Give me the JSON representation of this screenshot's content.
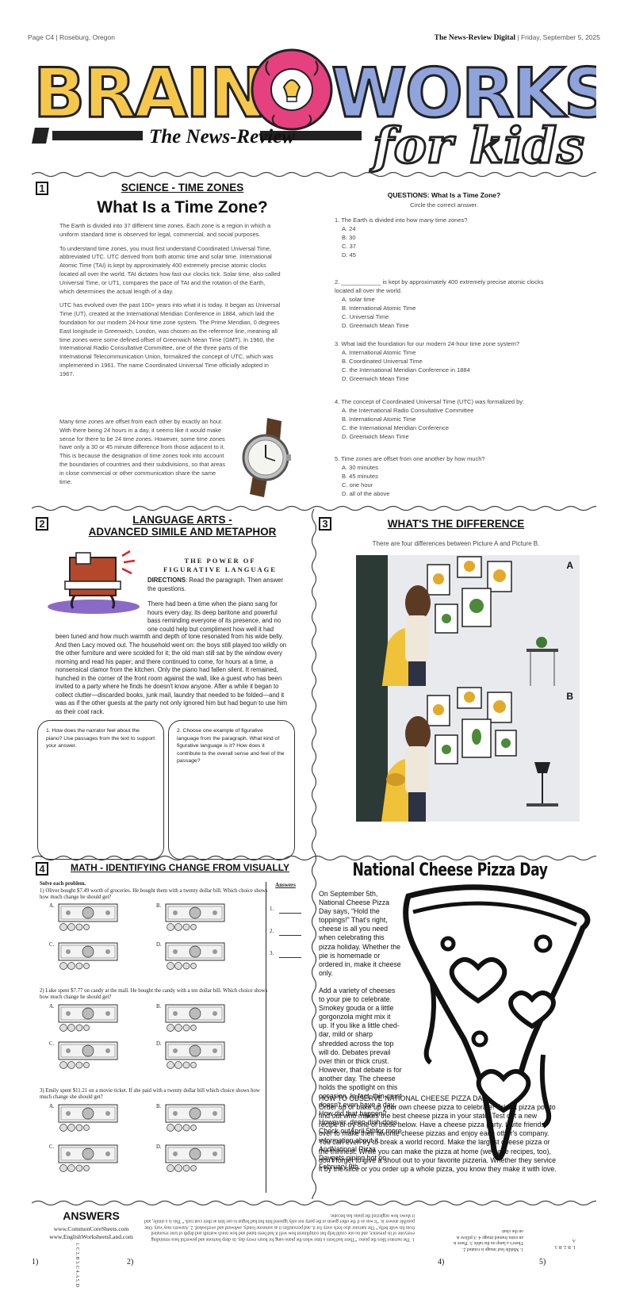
{
  "header": {
    "left": "Page C4 | Roseburg, Oregon",
    "right_bold": "The News-Review Digital",
    "right_rest": " | Friday, September 5, 2025"
  },
  "logo": {
    "brain": "BRAIN",
    "works": "WORKS",
    "paper": "The News-Review",
    "for_kids": "for kids"
  },
  "colors": {
    "yellow": "#f5c84c",
    "purple": "#9a86c7",
    "blue": "#7f96d8",
    "pink": "#e5417e"
  },
  "science": {
    "number": "1",
    "heading": "SCIENCE - TIME ZONES",
    "title": "What Is a Time Zone?",
    "paragraphs": [
      "The Earth is divided into 37 different time zones. Each zone is a region in which a uniform standard time is observed for legal, commercial, and social purposes.",
      "To understand time zones, you must first understand Coordinated Universal Time, abbreviated UTC. UTC derived from both atomic time and solar time. International Atomic Time (TAI) is kept by approximately 400 extremely precise atomic clocks located all over the world. TAI dictates how fast our clocks tick. Solar time, also called Universal Time, or UT1, compares the pace of TAI and the rotation of the Earth, which determines the actual length of a day.",
      "UTC has evolved over the past 100+ years into what it is today. It began as Universal Time (UT), created at the International Meridian Conference in 1884, which laid the foundation for our modern 24-hour time zone system. The Prime Meridian, 0 degrees East longitude in Greenwich, London, was chosen as the reference line, meaning all time zones were some defined offset of Greenwich Mean Time (GMT). In 1960, the International Radio Consultative Committee, one of the three parts of the International Telecommunication Union, formalized the concept of UTC, which was implemented in 1961. The name Coordinated Universal Time officially adopted in 1967."
    ],
    "last_paragraph": "Many time zones are offset from each other by exactly an hour. With there being 24 hours in a day, it seems like it would make sense for there to be 24 time zones. However, some time zones have only a 30 or 45 minute difference from those adjacent to it. This is because the designation of time zones took into account the boundaries of countries and their subdivisions, so that areas in close commercial or other communication share the same time."
  },
  "questions": {
    "title": "QUESTIONS: What Is a Time Zone?",
    "subtitle": "Circle the correct answer.",
    "items": [
      {
        "q": "1.  The Earth is divided into how many time zones?",
        "opts": [
          "A. 24",
          "B. 30",
          "C. 37",
          "D. 45"
        ]
      },
      {
        "q": "2.  ____________ is kept by approximately 400 extremely precise atomic clocks located all over the world.",
        "opts": [
          "A. solar time",
          "B. International Atomic Time",
          "C. Universal Time",
          "D. Greenwich Mean Time"
        ]
      },
      {
        "q": "3.  What laid the foundation for our modern 24-hour time zone system?",
        "opts": [
          "A. International Atomic Time",
          "B. Coordinated Universal Time",
          "C. the International Meridian Conference in 1884",
          "D. Greenwich Mean Time"
        ]
      },
      {
        "q": "4.  The concept of Coordinated Universal Time (UTC) was formalized by:",
        "opts": [
          "A. the International Radio Consultative Committee",
          "B. International Atomic Time",
          "C. the International Meridian Conference",
          "D. Greenwich Mean Time"
        ]
      },
      {
        "q": "5.  Time zones are offset from one another by how much?",
        "opts": [
          "A. 30 minutes",
          "B. 45 minutes",
          "C. one hour",
          "D. all of the above"
        ]
      }
    ]
  },
  "language": {
    "number": "2",
    "heading_1": "LANGUAGE ARTS -",
    "heading_2": "ADVANCED SIMILE AND METAPHOR",
    "fig_title_1": "THE POWER OF",
    "fig_title_2": "FIGURATIVE LANGUAGE",
    "directions_label": "DIRECTIONS",
    "directions_text": ": Read the paragraph. Then answer the questions.",
    "para_a": "There had been a time when the piano sang for hours every day, its deep baritone and powerful bass reminding everyone of its presence, and no one could help but compliment how well it had",
    "para_b": "been tuned and how much warmth and depth of tone resonated from his wide belly. And then Lacy moved out. The household went on: the boys still played too wildly on the other furniture and were scolded for it; the old man still sat by the window every morning and read his paper; and there continued to come, for hours at a time, a nonsensical clamor from the kitchen. Only the piano had fallen silent. It remained, hunched in the corner of the front room against the wall, like a guest who has been invited to a party where he finds he doesn't know anyone. After a while it began to collect clutter—discarded books, junk mail, laundry that needed to be folded—and it was as if the other guests at the party not only ignored him but had begun to use him as their coat rack.",
    "q1": "1. How does the narrator feel about the piano? Use passages from the text to support your answer.",
    "q2": "2. Choose one example of figurative language from the paragraph. What kind of figurative language is it? How does it contribute to the overall sense and feel of the passage?"
  },
  "difference": {
    "number": "3",
    "heading": "WHAT'S THE DIFFERENCE",
    "subtitle": "There are four differences between Picture A and Picture B.",
    "label_a": "A",
    "label_b": "B"
  },
  "math": {
    "number": "4",
    "heading": "MATH - IDENTIFYING CHANGE FROM VISUALLY",
    "instruction": "Solve each problem.",
    "answers_label": "Answers",
    "answer_nums": [
      "1.",
      "2.",
      "3."
    ],
    "choices": [
      "A.",
      "B.",
      "C.",
      "D."
    ],
    "problems": [
      "1)  Oliver bought $7.49 worth of groceries. He bought them with a twenty dollar bill. Which choice shows how much change he should get?",
      "2)  Luke spent $7.77 on candy at the mall. He bought the candy with a ten dollar bill. Which choice shows how much change he should get?",
      "3)  Emily spent $11.21 on a movie ticket. If she paid with a twenty dollar bill which choice shows how much change she should get?"
    ]
  },
  "pizza": {
    "title": "National Cheese Pizza Day",
    "p1": "On September 5th, National Cheese Pizza Day says, “Hold the toppings!” That's right, cheese is all you need when celebrating this pizza holiday. Whether the pie is homemade or ordered in, make it cheese only.",
    "p2": "Add a variety of cheeses to your pie to celebrate. Smokey gouda or a little gorgonzola might mix it up. If you like a little ched-dar, mild or sharp shredded across the top will do. Debates prevail over thin or thick crust. However, that debate is for another day. The cheese holds the spotlight on this occasion. In fact, thin-crust doesn't even have a day. How did that happen? However, deep-dish does. Check outApril 5thfor more information about it. AndNational Pizza Daygets piping hot on February 9th.",
    "how_title": "HOW TO OBSERVE NATIONAL CHEESE PIZZA DAY",
    "how_text": "Order up or bake up your own cheese pizza to celebrate! Take a pizza poll to find out who makes the best cheese pizza in your state. Test out a new recipe or try one of these below. Have a cheese pizza party. Invite friends over to make their favorite cheese pizzas and enjoy each other's company. You can even try to break a world record. Make the largest cheese pizza or the thinnest. While you can make the pizza at home (we have recipes, too), don't forget to give a shout out to your favorite pizzeria. Whether they service it by the slice or you order up a whole pizza, you know they make it with love."
  },
  "answers": {
    "title": "ANSWERS",
    "site1": "www.CommonCoreSheets.com",
    "site2": "www.EnglishWorksheetsLand.com",
    "n1": "1)",
    "a1": "1. C  2. B  3. C  4. A  5. D",
    "n2": "2)",
    "a2": "1. The narrator likes the piano: “There had been a time when the piano sang for hours every day, its deep baritone and powerful bass reminding everyone of its presence, and no one could help but compliment how well it had been tuned and how much warmth and depth of tone resonated from his wide belly.” The narrator also feels sorry for it, and personifies it as someone lonely, awkward and overlooked. 2. Answers may vary. One possible answer is: “it was as if the other guests at the party not only ignored him but had begun to use him as their coat rack.” This is a simile, and it shows how neglected the piano has become.",
    "n4": "4)",
    "a4": "1. Middle leaf image is rotated  2. There's a lamp on the table  3. There is an extra framed image  4. A pillow is on the chair",
    "n5": "5)",
    "a5": "1. B  2. B  3. A"
  }
}
